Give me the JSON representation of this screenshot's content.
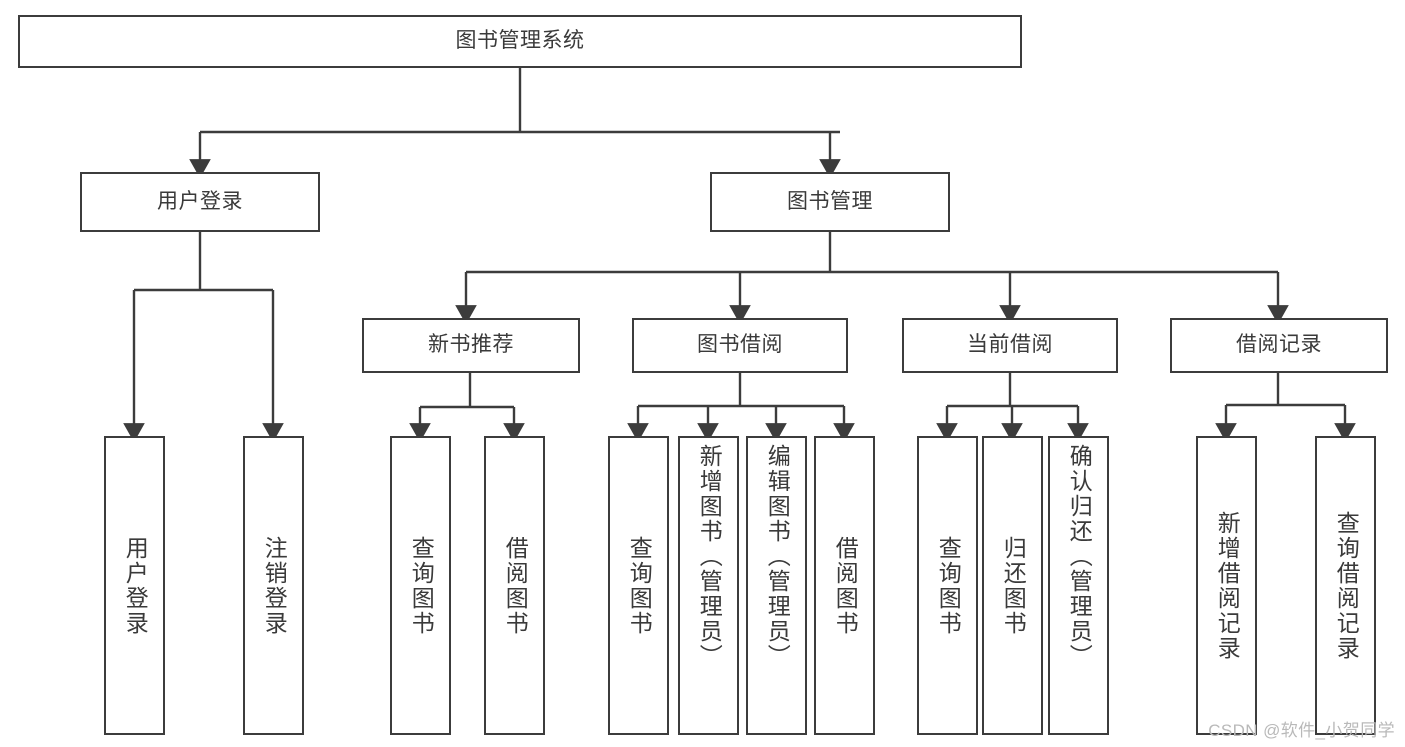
{
  "diagram": {
    "type": "tree-hierarchy",
    "title": "图书管理系统",
    "watermark": "CSDN @软件_小贺同学",
    "colors": {
      "stroke": "#3c3c3c",
      "text": "#3a3a3a",
      "background": "#ffffff",
      "watermark": "#b9b9b9"
    },
    "root": {
      "label": "图书管理系统"
    },
    "level2": [
      {
        "label": "用户登录"
      },
      {
        "label": "图书管理"
      }
    ],
    "level3": [
      {
        "label": "新书推荐"
      },
      {
        "label": "图书借阅"
      },
      {
        "label": "当前借阅"
      },
      {
        "label": "借阅记录"
      }
    ],
    "leaves": {
      "user_login": [
        {
          "label": "用户登录"
        },
        {
          "label": "注销登录"
        }
      ],
      "new_book_recommend": [
        {
          "label": "查询图书"
        },
        {
          "label": "借阅图书"
        }
      ],
      "book_borrow": [
        {
          "label": "查询图书"
        },
        {
          "label": "新增图书（管理员）"
        },
        {
          "label": "编辑图书（管理员）"
        },
        {
          "label": "借阅图书"
        }
      ],
      "current_borrow": [
        {
          "label": "查询图书"
        },
        {
          "label": "归还图书"
        },
        {
          "label": "确认归还（管理员）"
        }
      ],
      "borrow_record": [
        {
          "label": "新增借阅记录"
        },
        {
          "label": "查询借阅记录"
        }
      ]
    }
  }
}
